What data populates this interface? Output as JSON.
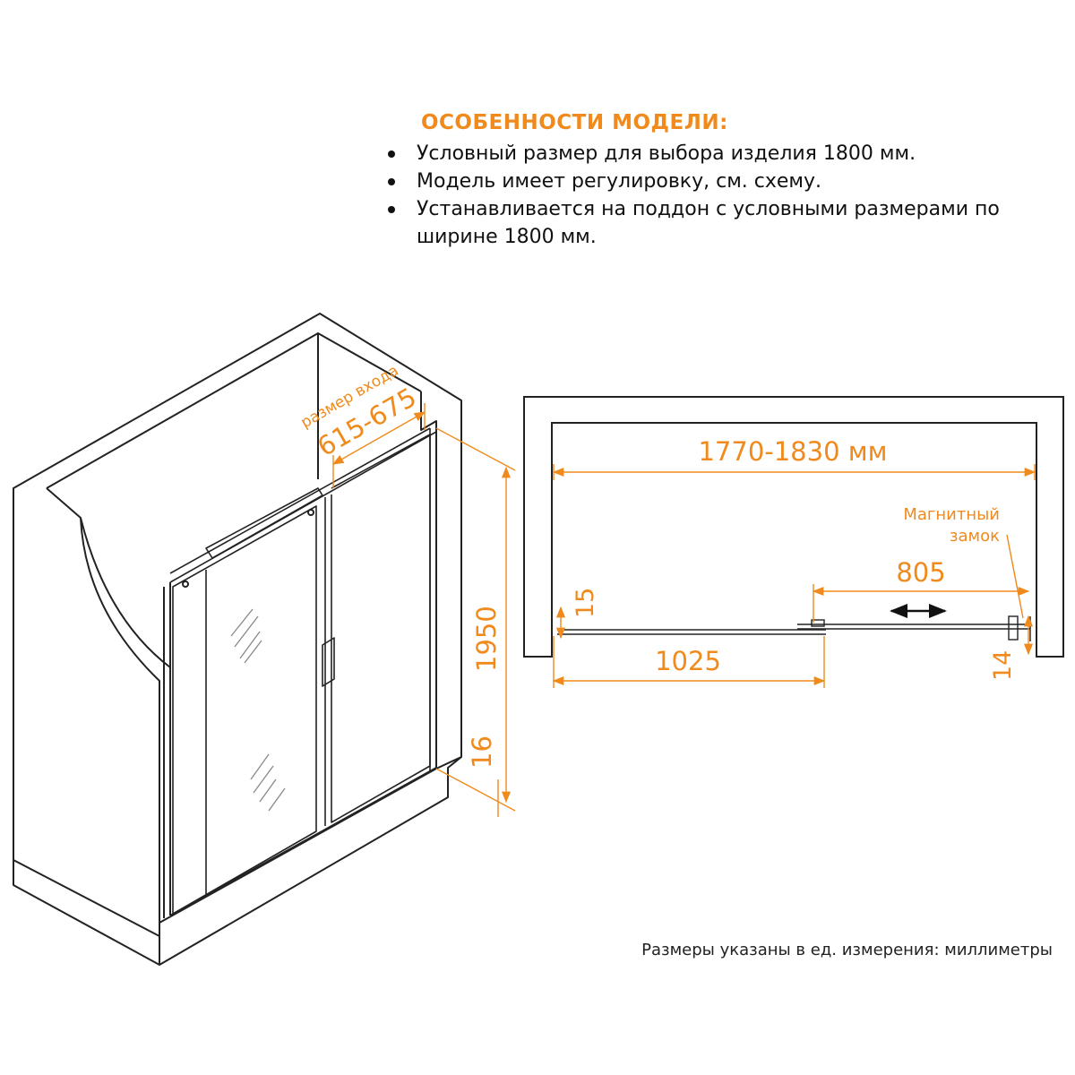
{
  "features": {
    "title": "ОСОБЕННОСТИ МОДЕЛИ:",
    "items": [
      "Условный размер для выбора изделия 1800 мм.",
      "Модель имеет регулировку, см. схему.",
      "Устанавливается на поддон с условными размерами по ширине 1800 мм."
    ]
  },
  "iso_view": {
    "entry_label": "размер входа",
    "entry_range": "615-675",
    "height": "1950",
    "base_height": "16"
  },
  "plan_view": {
    "width_range": "1770-1830 мм",
    "lock_label_line1": "Магнитный",
    "lock_label_line2": "замок",
    "travel": "805",
    "fixed_panel": "1025",
    "left_offset": "15",
    "right_offset": "14"
  },
  "units_note": "Размеры указаны в ед. измерения: миллиметры",
  "colors": {
    "accent": "#F08A1C",
    "line": "#222222"
  }
}
